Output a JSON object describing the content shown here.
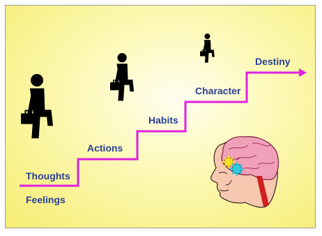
{
  "labels": {
    "thoughts": "Thoughts",
    "feelings": "Feelings",
    "actions": "Actions",
    "habits": "Habits",
    "character": "Character",
    "destiny": "Destiny"
  },
  "colors": {
    "background": "#fdf9b8",
    "stair_line": "#e020e0",
    "text": "#2a3f97",
    "figure": "#000000",
    "brain": "#f0a0b8",
    "face": "#f6c8b0"
  },
  "icons": [
    "walking-businessman-icon",
    "brain-head-icon",
    "gear-icon"
  ]
}
